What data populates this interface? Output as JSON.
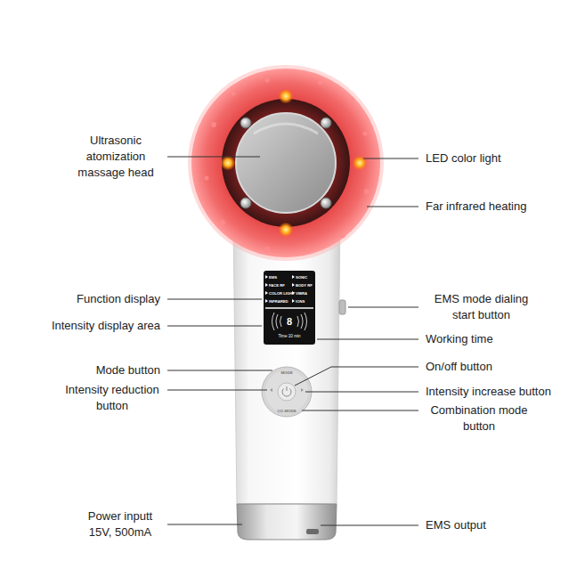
{
  "diagram": {
    "labels": [
      "Ultrasonic atomization massage head",
      "LED color light",
      "Far infrared heating",
      "Function display",
      "EMS mode dialing start button",
      "Intensity display area",
      "Working time",
      "Mode button",
      "On/off button",
      "Intensity reduction button",
      "Intensity increase button",
      "Combination mode button",
      "Power inputt 15V, 500mA",
      "EMS output",
      "EMS",
      "SONIC",
      "FACE RF",
      "BODY RF",
      "COLOR LIGHT",
      "VIBRA",
      "INFRARED",
      "IONS",
      "8",
      "Time 10 min",
      "MODE",
      "CO-MODE"
    ]
  }
}
